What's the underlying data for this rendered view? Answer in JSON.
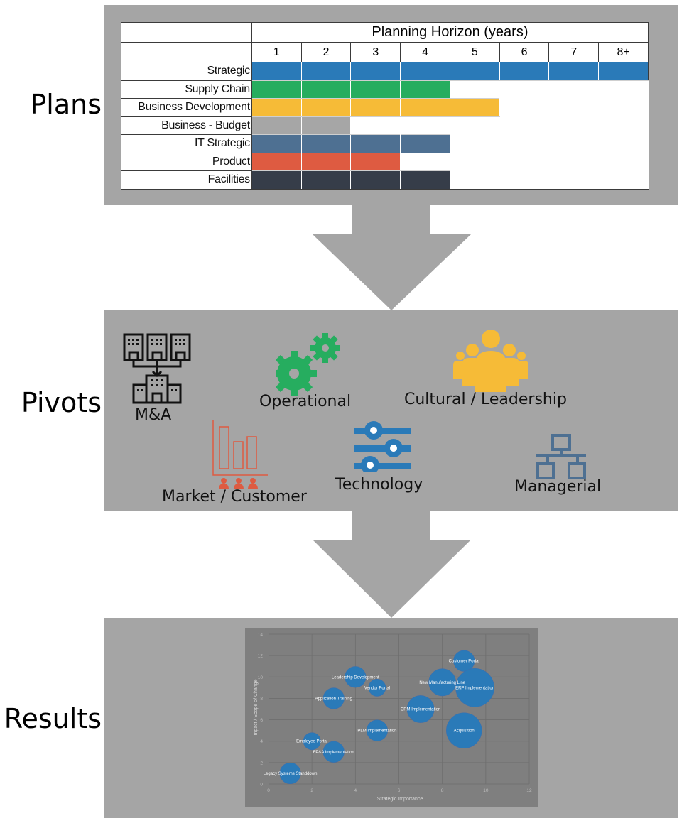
{
  "sections": {
    "plans": "Plans",
    "pivots": "Pivots",
    "results": "Results"
  },
  "plans_table": {
    "title": "Planning Horizon (years)",
    "years": [
      "1",
      "2",
      "3",
      "4",
      "5",
      "6",
      "7",
      "8+"
    ],
    "rows": [
      {
        "label": "Strategic",
        "years": 8,
        "color": "#2a7ab8"
      },
      {
        "label": "Supply Chain",
        "years": 4,
        "color": "#26ad5f"
      },
      {
        "label": "Business Development",
        "years": 5,
        "color": "#f6bb37"
      },
      {
        "label": "Business - Budget",
        "years": 2,
        "color": "#a6a6a6"
      },
      {
        "label": "IT Strategic",
        "years": 4,
        "color": "#4e7092"
      },
      {
        "label": "Product",
        "years": 3,
        "color": "#de5b41"
      },
      {
        "label": "Facilities",
        "years": 4,
        "color": "#363d49"
      }
    ]
  },
  "pivots": [
    {
      "label": "M&A",
      "icon": "merger-buildings-icon",
      "color": "#111111"
    },
    {
      "label": "Operational",
      "icon": "gears-icon",
      "color": "#26ad5f"
    },
    {
      "label": "Cultural / Leadership",
      "icon": "people-group-icon",
      "color": "#f6bb37"
    },
    {
      "label": "Market / Customer",
      "icon": "bar-chart-customers-icon",
      "color": "#de5b41"
    },
    {
      "label": "Technology",
      "icon": "sliders-icon",
      "color": "#2a7ab8"
    },
    {
      "label": "Managerial",
      "icon": "org-chart-icon",
      "color": "#4e7092"
    }
  ],
  "chart_data": {
    "type": "scatter",
    "subtype": "bubble",
    "title": "",
    "xlabel": "Strategic Importance",
    "ylabel": "Impact / Scope of Change",
    "xlim": [
      0,
      12
    ],
    "ylim": [
      0,
      14
    ],
    "xticks": [
      "0",
      "2",
      "4",
      "6",
      "8",
      "10",
      "12"
    ],
    "yticks": [
      "0",
      "2",
      "4",
      "6",
      "8",
      "10",
      "12",
      "14"
    ],
    "grid": true,
    "legend": "none",
    "bubble_color": "#2a7ab8",
    "points": [
      {
        "label": "Legacy Systems Standdown",
        "x": 1,
        "y": 1,
        "size": 3
      },
      {
        "label": "Employee Portal",
        "x": 2,
        "y": 4,
        "size": 2
      },
      {
        "label": "FP&A Implementation",
        "x": 3,
        "y": 3,
        "size": 3
      },
      {
        "label": "Application Training",
        "x": 3,
        "y": 8,
        "size": 3
      },
      {
        "label": "Leadership Development",
        "x": 4,
        "y": 10,
        "size": 3
      },
      {
        "label": "Vendor Portal",
        "x": 5,
        "y": 9,
        "size": 2
      },
      {
        "label": "PLM Implementation",
        "x": 5,
        "y": 5,
        "size": 3
      },
      {
        "label": "CRM Implementation",
        "x": 7,
        "y": 7,
        "size": 5
      },
      {
        "label": "New Manufacturing Line",
        "x": 8,
        "y": 9.5,
        "size": 5
      },
      {
        "label": "Customer Portal",
        "x": 9,
        "y": 11.5,
        "size": 3
      },
      {
        "label": "ERP Implementation",
        "x": 9.5,
        "y": 9,
        "size": 10
      },
      {
        "label": "Acquisition",
        "x": 9,
        "y": 5,
        "size": 8.5
      }
    ]
  }
}
